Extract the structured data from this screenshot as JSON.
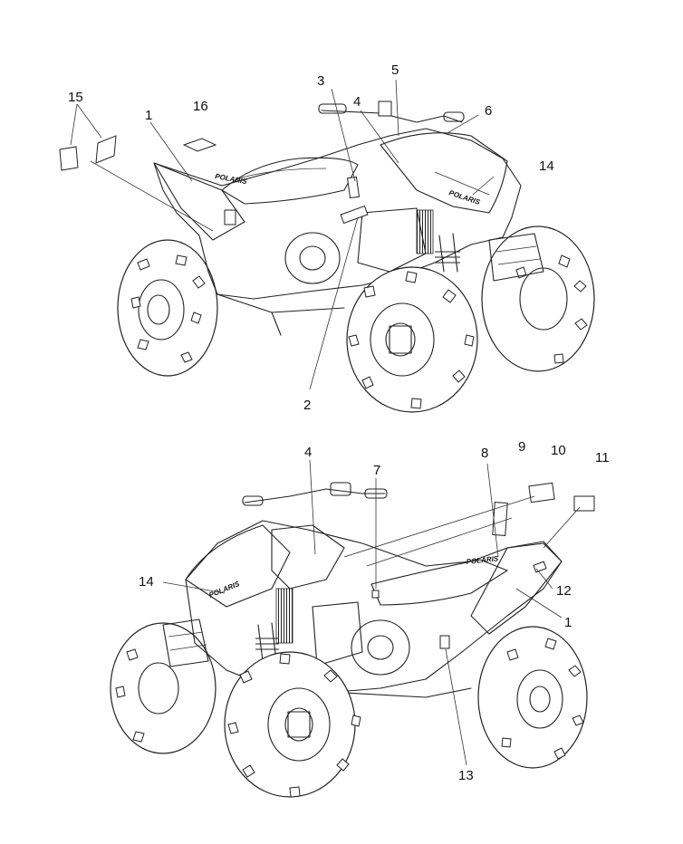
{
  "diagram": {
    "brand_text": "POLARIS",
    "top_view": {
      "callouts": [
        "1",
        "2",
        "3",
        "4",
        "5",
        "6",
        "14",
        "15",
        "16"
      ]
    },
    "bottom_view": {
      "callouts": [
        "1",
        "4",
        "7",
        "8",
        "9",
        "10",
        "11",
        "12",
        "13",
        "14"
      ]
    }
  }
}
